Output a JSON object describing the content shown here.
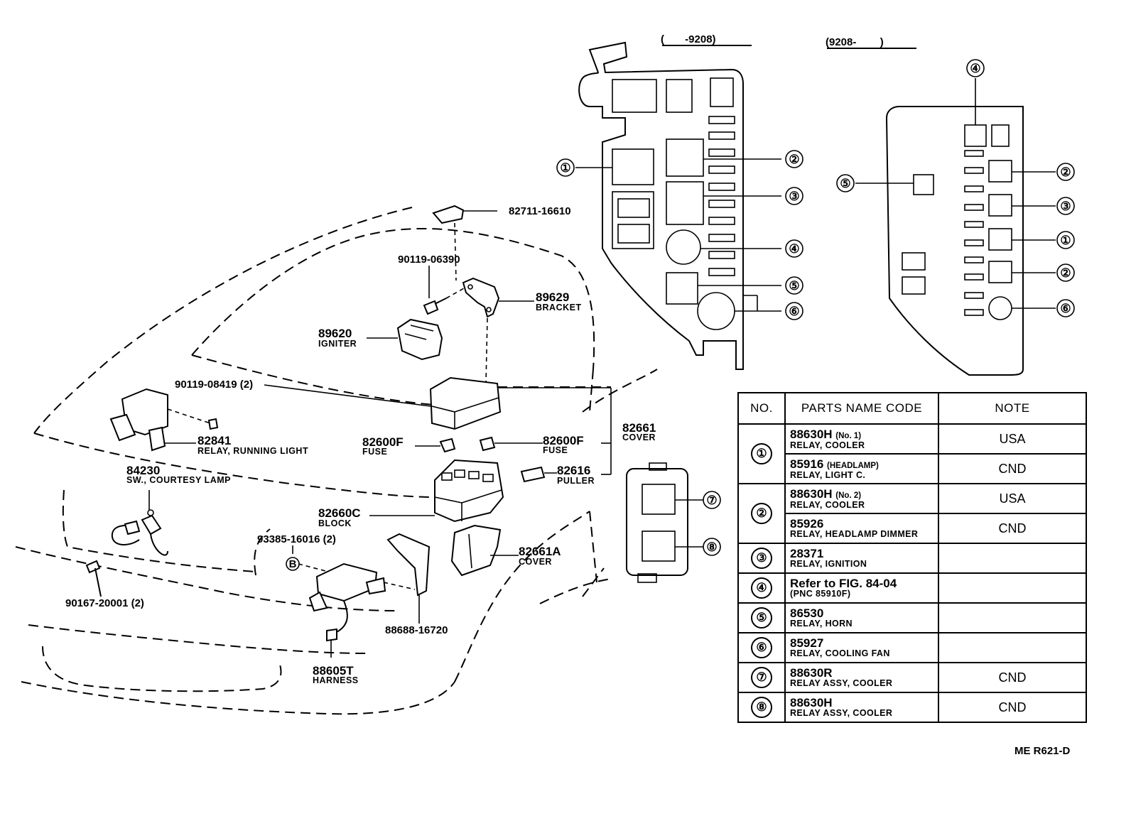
{
  "headers": {
    "left_range": "(       -9208)",
    "right_range": "(9208-        )"
  },
  "callouts": {
    "p82711": "82711-16610",
    "p90119a": "90119-06390",
    "p89629": "89629",
    "p89629d": "BRACKET",
    "p89620": "89620",
    "p89620d": "IGNITER",
    "p90119b": "90119-08419 (2)",
    "p82841": "82841",
    "p82841d": "RELAY, RUNNING LIGHT",
    "p84230": "84230",
    "p84230d": "SW., COURTESY LAMP",
    "p82600a": "82600F",
    "p82600ad": "FUSE",
    "p82600b": "82600F",
    "p82600bd": "FUSE",
    "p82661": "82661",
    "p82661d": "COVER",
    "p82616": "82616",
    "p82616d": "PULLER",
    "p82660": "82660C",
    "p82660d": "BLOCK",
    "p93385": "93385-16016 (2)",
    "pB": "B",
    "p82661A": "82661A",
    "p82661Ad": "COVER",
    "p90167": "90167-20001 (2)",
    "p88688": "88688-16720",
    "p88605": "88605T",
    "p88605d": "HARNESS"
  },
  "circled": [
    "①",
    "②",
    "③",
    "④",
    "⑤",
    "⑥",
    "⑦",
    "⑧"
  ],
  "left_box_labels": [
    "①",
    "②",
    "③",
    "④",
    "⑤",
    "⑥"
  ],
  "right_box_labels": [
    "④",
    "⑤",
    "②",
    "③",
    "①",
    "②",
    "⑥"
  ],
  "small_box_labels": [
    "⑦",
    "⑧"
  ],
  "table": {
    "headers": [
      "NO.",
      "PARTS NAME CODE",
      "NOTE"
    ],
    "rows": [
      {
        "no": "①",
        "code": "88630H",
        "sub": "(No. 1)",
        "name": "RELAY, COOLER",
        "note": "USA"
      },
      {
        "no": "",
        "code": "85916",
        "sub": "(HEADLAMP)",
        "name": "RELAY, LIGHT C.",
        "note": "CND"
      },
      {
        "no": "②",
        "code": "88630H",
        "sub": "(No. 2)",
        "name": "RELAY, COOLER",
        "note": "USA"
      },
      {
        "no": "",
        "code": "85926",
        "sub": "",
        "name": "RELAY, HEADLAMP DIMMER",
        "note": "CND"
      },
      {
        "no": "③",
        "code": "28371",
        "sub": "",
        "name": "RELAY, IGNITION",
        "note": ""
      },
      {
        "no": "④",
        "code": "Refer to FIG. 84-04",
        "sub": "",
        "name": "(PNC 85910F)",
        "note": ""
      },
      {
        "no": "⑤",
        "code": "86530",
        "sub": "",
        "name": "RELAY, HORN",
        "note": ""
      },
      {
        "no": "⑥",
        "code": "85927",
        "sub": "",
        "name": "RELAY, COOLING FAN",
        "note": ""
      },
      {
        "no": "⑦",
        "code": "88630R",
        "sub": "",
        "name": "RELAY ASSY, COOLER",
        "note": "CND"
      },
      {
        "no": "⑧",
        "code": "88630H",
        "sub": "",
        "name": "RELAY ASSY, COOLER",
        "note": "CND"
      }
    ]
  },
  "footer": "ME R621-D"
}
